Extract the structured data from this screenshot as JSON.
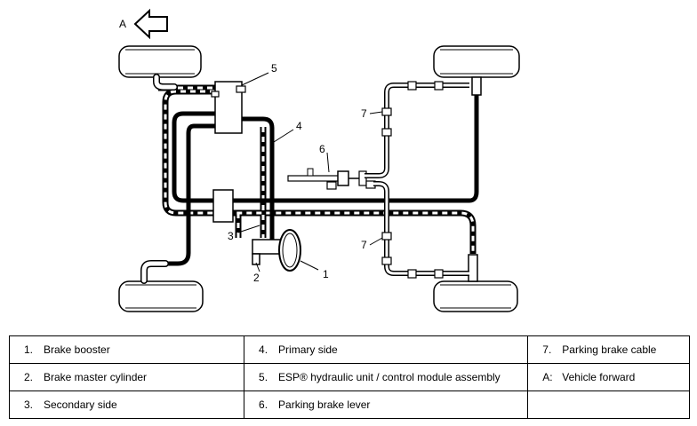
{
  "diagram": {
    "callouts": {
      "a": "A",
      "n1": "1",
      "n2": "2",
      "n3": "3",
      "n4": "4",
      "n5": "5",
      "n6": "6",
      "n7a": "7",
      "n7b": "7"
    }
  },
  "legend": {
    "rows": [
      [
        {
          "key": "1.",
          "label": "Brake booster"
        },
        {
          "key": "4.",
          "label": "Primary side"
        },
        {
          "key": "7.",
          "label": "Parking brake cable"
        }
      ],
      [
        {
          "key": "2.",
          "label": "Brake master cylinder"
        },
        {
          "key": "5.",
          "label": "ESP® hydraulic unit / control module assembly"
        },
        {
          "key": "A:",
          "label": "Vehicle forward"
        }
      ],
      [
        {
          "key": "3.",
          "label": "Secondary side"
        },
        {
          "key": "6.",
          "label": "Parking brake lever"
        },
        {
          "key": "",
          "label": ""
        }
      ]
    ]
  }
}
